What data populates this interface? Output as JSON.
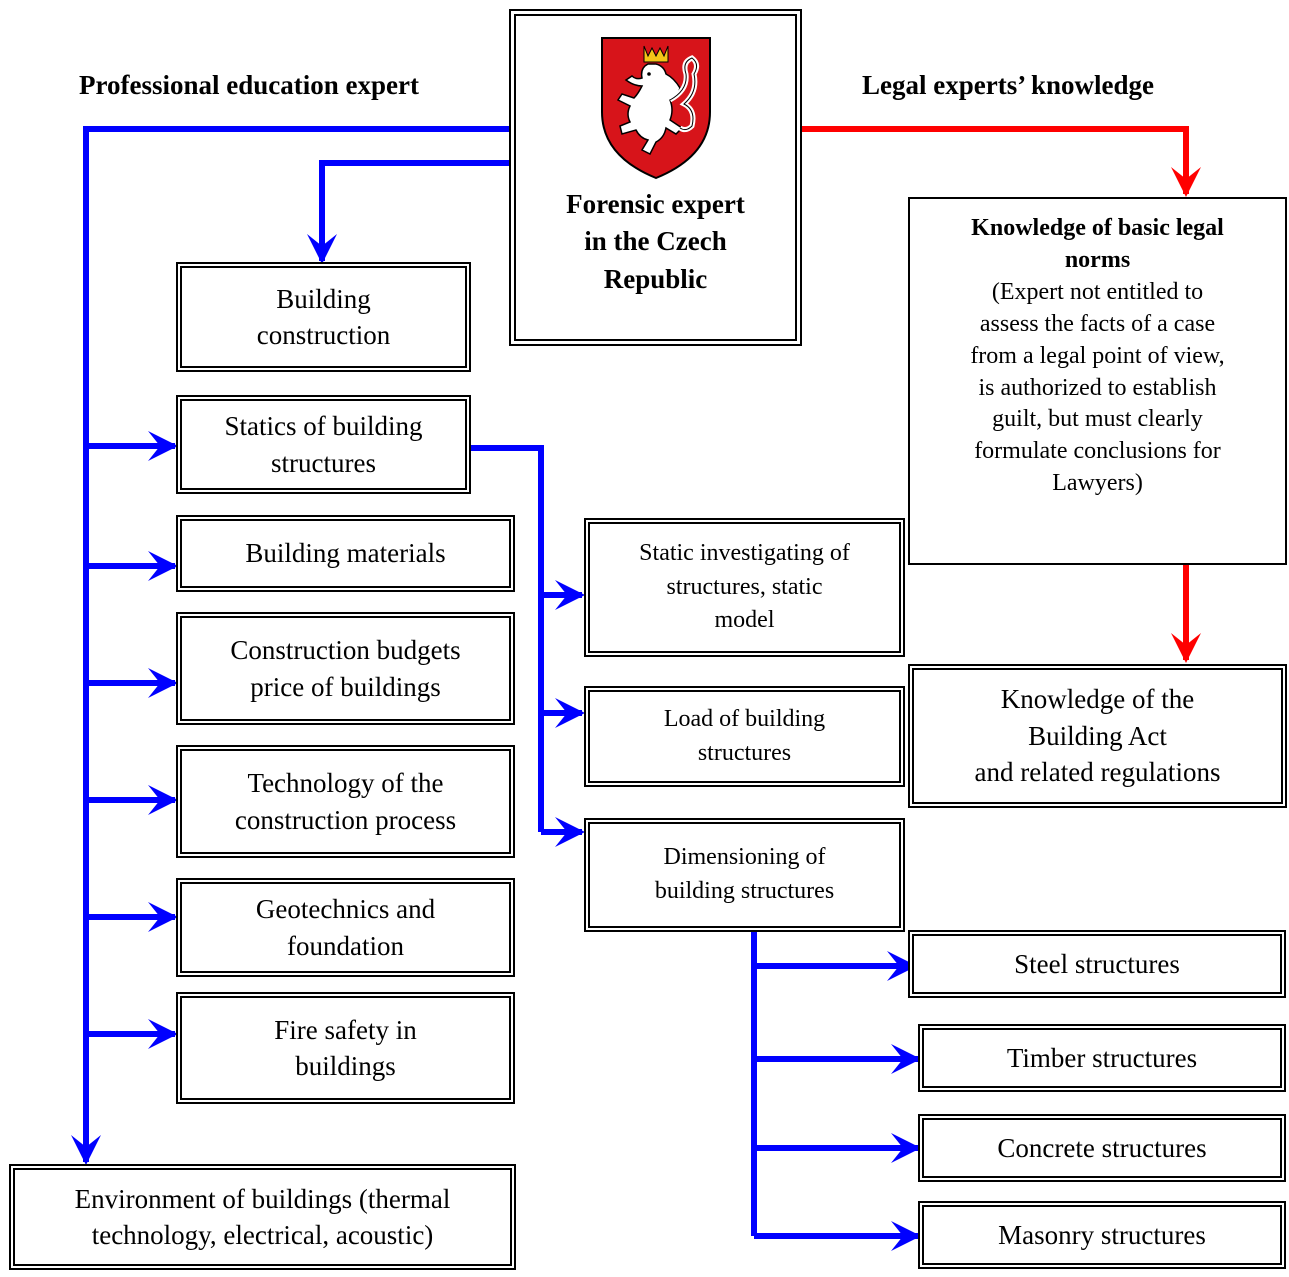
{
  "colors": {
    "education_arrows": "#0000ff",
    "legal_arrows": "#ff0000",
    "shield_red": "#d7141a",
    "lion": "#ffffff",
    "crown": "#f5c518"
  },
  "headings": {
    "left": "Professional education expert",
    "right": "Legal experts’ knowledge"
  },
  "center": {
    "emblem_icon": "czech-coat-of-arms",
    "label_lines": [
      "Forensic expert",
      "in the Czech",
      "Republic"
    ]
  },
  "education": {
    "building_construction": [
      "Building",
      "construction"
    ],
    "statics": [
      "Statics of building",
      "structures"
    ],
    "materials": [
      "Building materials"
    ],
    "budgets": [
      "Construction budgets",
      "price of buildings"
    ],
    "technology": [
      "Technology of the",
      "construction process"
    ],
    "geotechnics": [
      "Geotechnics and",
      "foundation"
    ],
    "fire_safety": [
      "Fire safety in",
      "buildings"
    ],
    "environment": [
      "Environment of buildings (thermal",
      "technology, electrical, acoustic)"
    ]
  },
  "statics_branch": {
    "investigating": [
      "Static investigating of",
      "structures, static",
      "model"
    ],
    "load": [
      "Load of building",
      "structures"
    ],
    "dimensioning": [
      "Dimensioning of",
      "building structures"
    ]
  },
  "dimensioning_branch": {
    "steel": "Steel structures",
    "timber": "Timber structures",
    "concrete": "Concrete structures",
    "masonry": "Masonry structures"
  },
  "legal": {
    "norms_title": [
      "Knowledge of basic legal",
      "norms"
    ],
    "norms_text": [
      "(Expert not entitled to",
      "assess the facts of a case",
      "from a legal point of view,",
      "is authorized to establish",
      "guilt, but must clearly",
      "formulate conclusions for",
      "Lawyers)"
    ],
    "building_act": [
      "Knowledge of the",
      "Building Act",
      "and related regulations"
    ]
  }
}
